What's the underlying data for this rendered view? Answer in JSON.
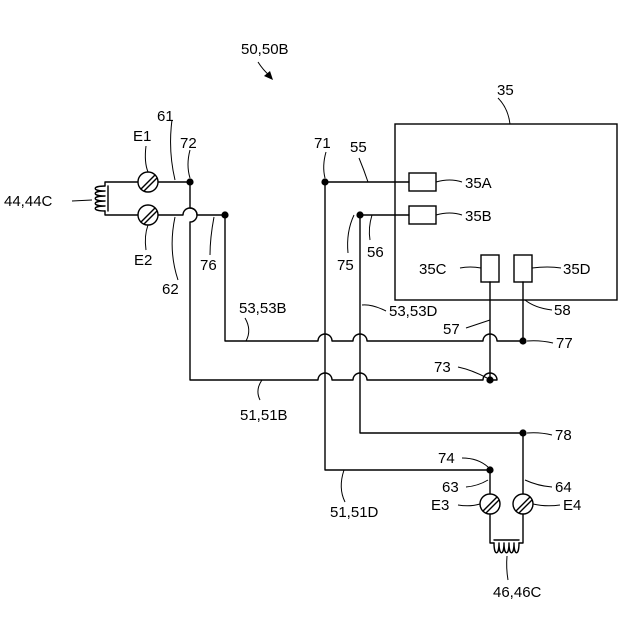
{
  "labels": {
    "figure_ref": "50,50B",
    "controller": "35",
    "c35a": "35A",
    "c35b": "35B",
    "c35c": "35C",
    "c35d": "35D",
    "coil_left": "44,44C",
    "coil_right": "46,46C",
    "e1": "E1",
    "e2": "E2",
    "e3": "E3",
    "e4": "E4",
    "n61": "61",
    "n62": "62",
    "n63": "63",
    "n64": "64",
    "n71": "71",
    "n72": "72",
    "n73": "73",
    "n74": "74",
    "n75": "75",
    "n76": "76",
    "n77": "77",
    "n78": "78",
    "n55": "55",
    "n56": "56",
    "n57": "57",
    "n58": "58",
    "w53b": "53,53B",
    "w53d": "53,53D",
    "w51b": "51,51B",
    "w51d": "51,51D"
  }
}
